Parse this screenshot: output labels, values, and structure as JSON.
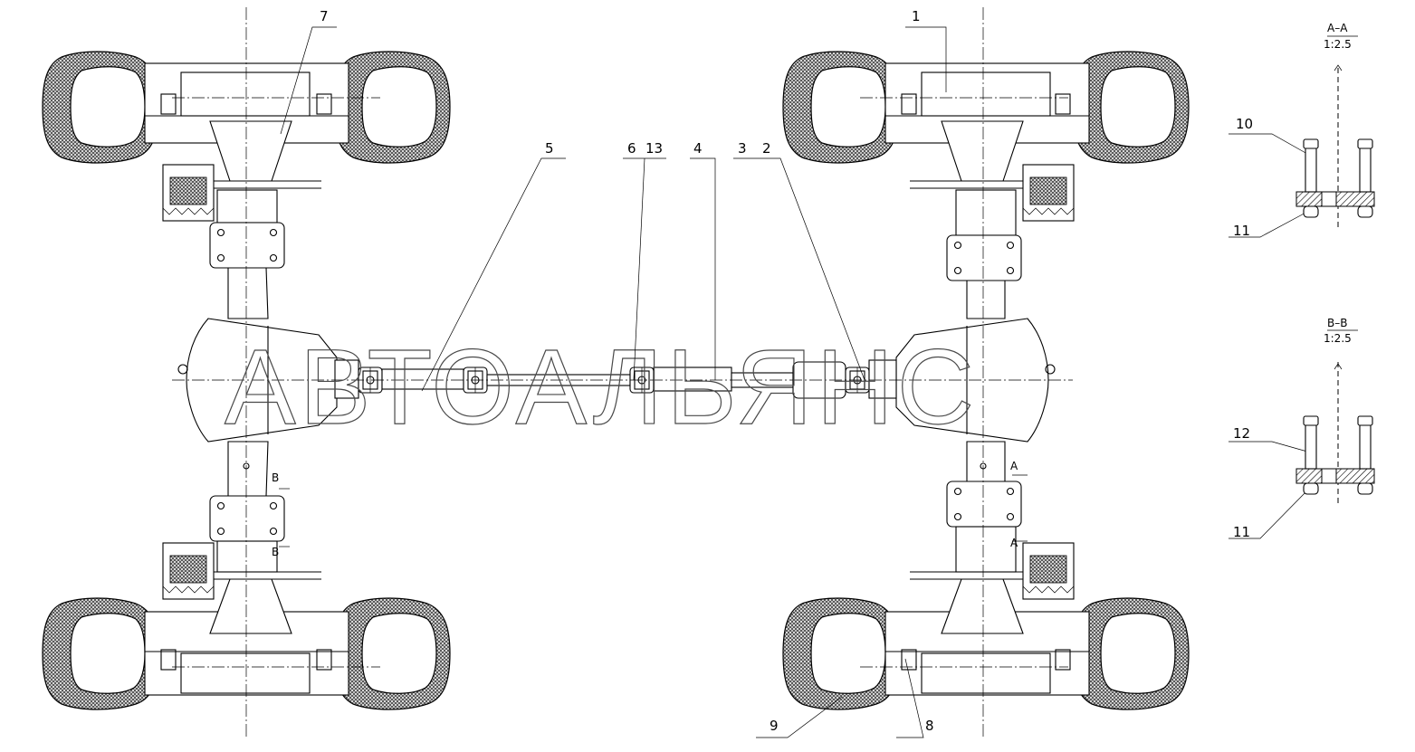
{
  "watermark": "АВТОАЛЬЯНС",
  "callouts": {
    "c1": "1",
    "c2": "2",
    "c3": "3",
    "c4": "4",
    "c5": "5",
    "c6": "6",
    "c7": "7",
    "c8": "8",
    "c9": "9",
    "c10": "10",
    "c11a": "11",
    "c11b": "11",
    "c12": "12",
    "c13": "13"
  },
  "sections": {
    "aa_title": "A–A",
    "aa_scale": "1:2.5",
    "bb_title": "B–B",
    "bb_scale": "1:2.5"
  },
  "cut_marks": {
    "b_upper": "B",
    "b_lower": "B",
    "a_upper": "A",
    "a_lower": "A"
  }
}
